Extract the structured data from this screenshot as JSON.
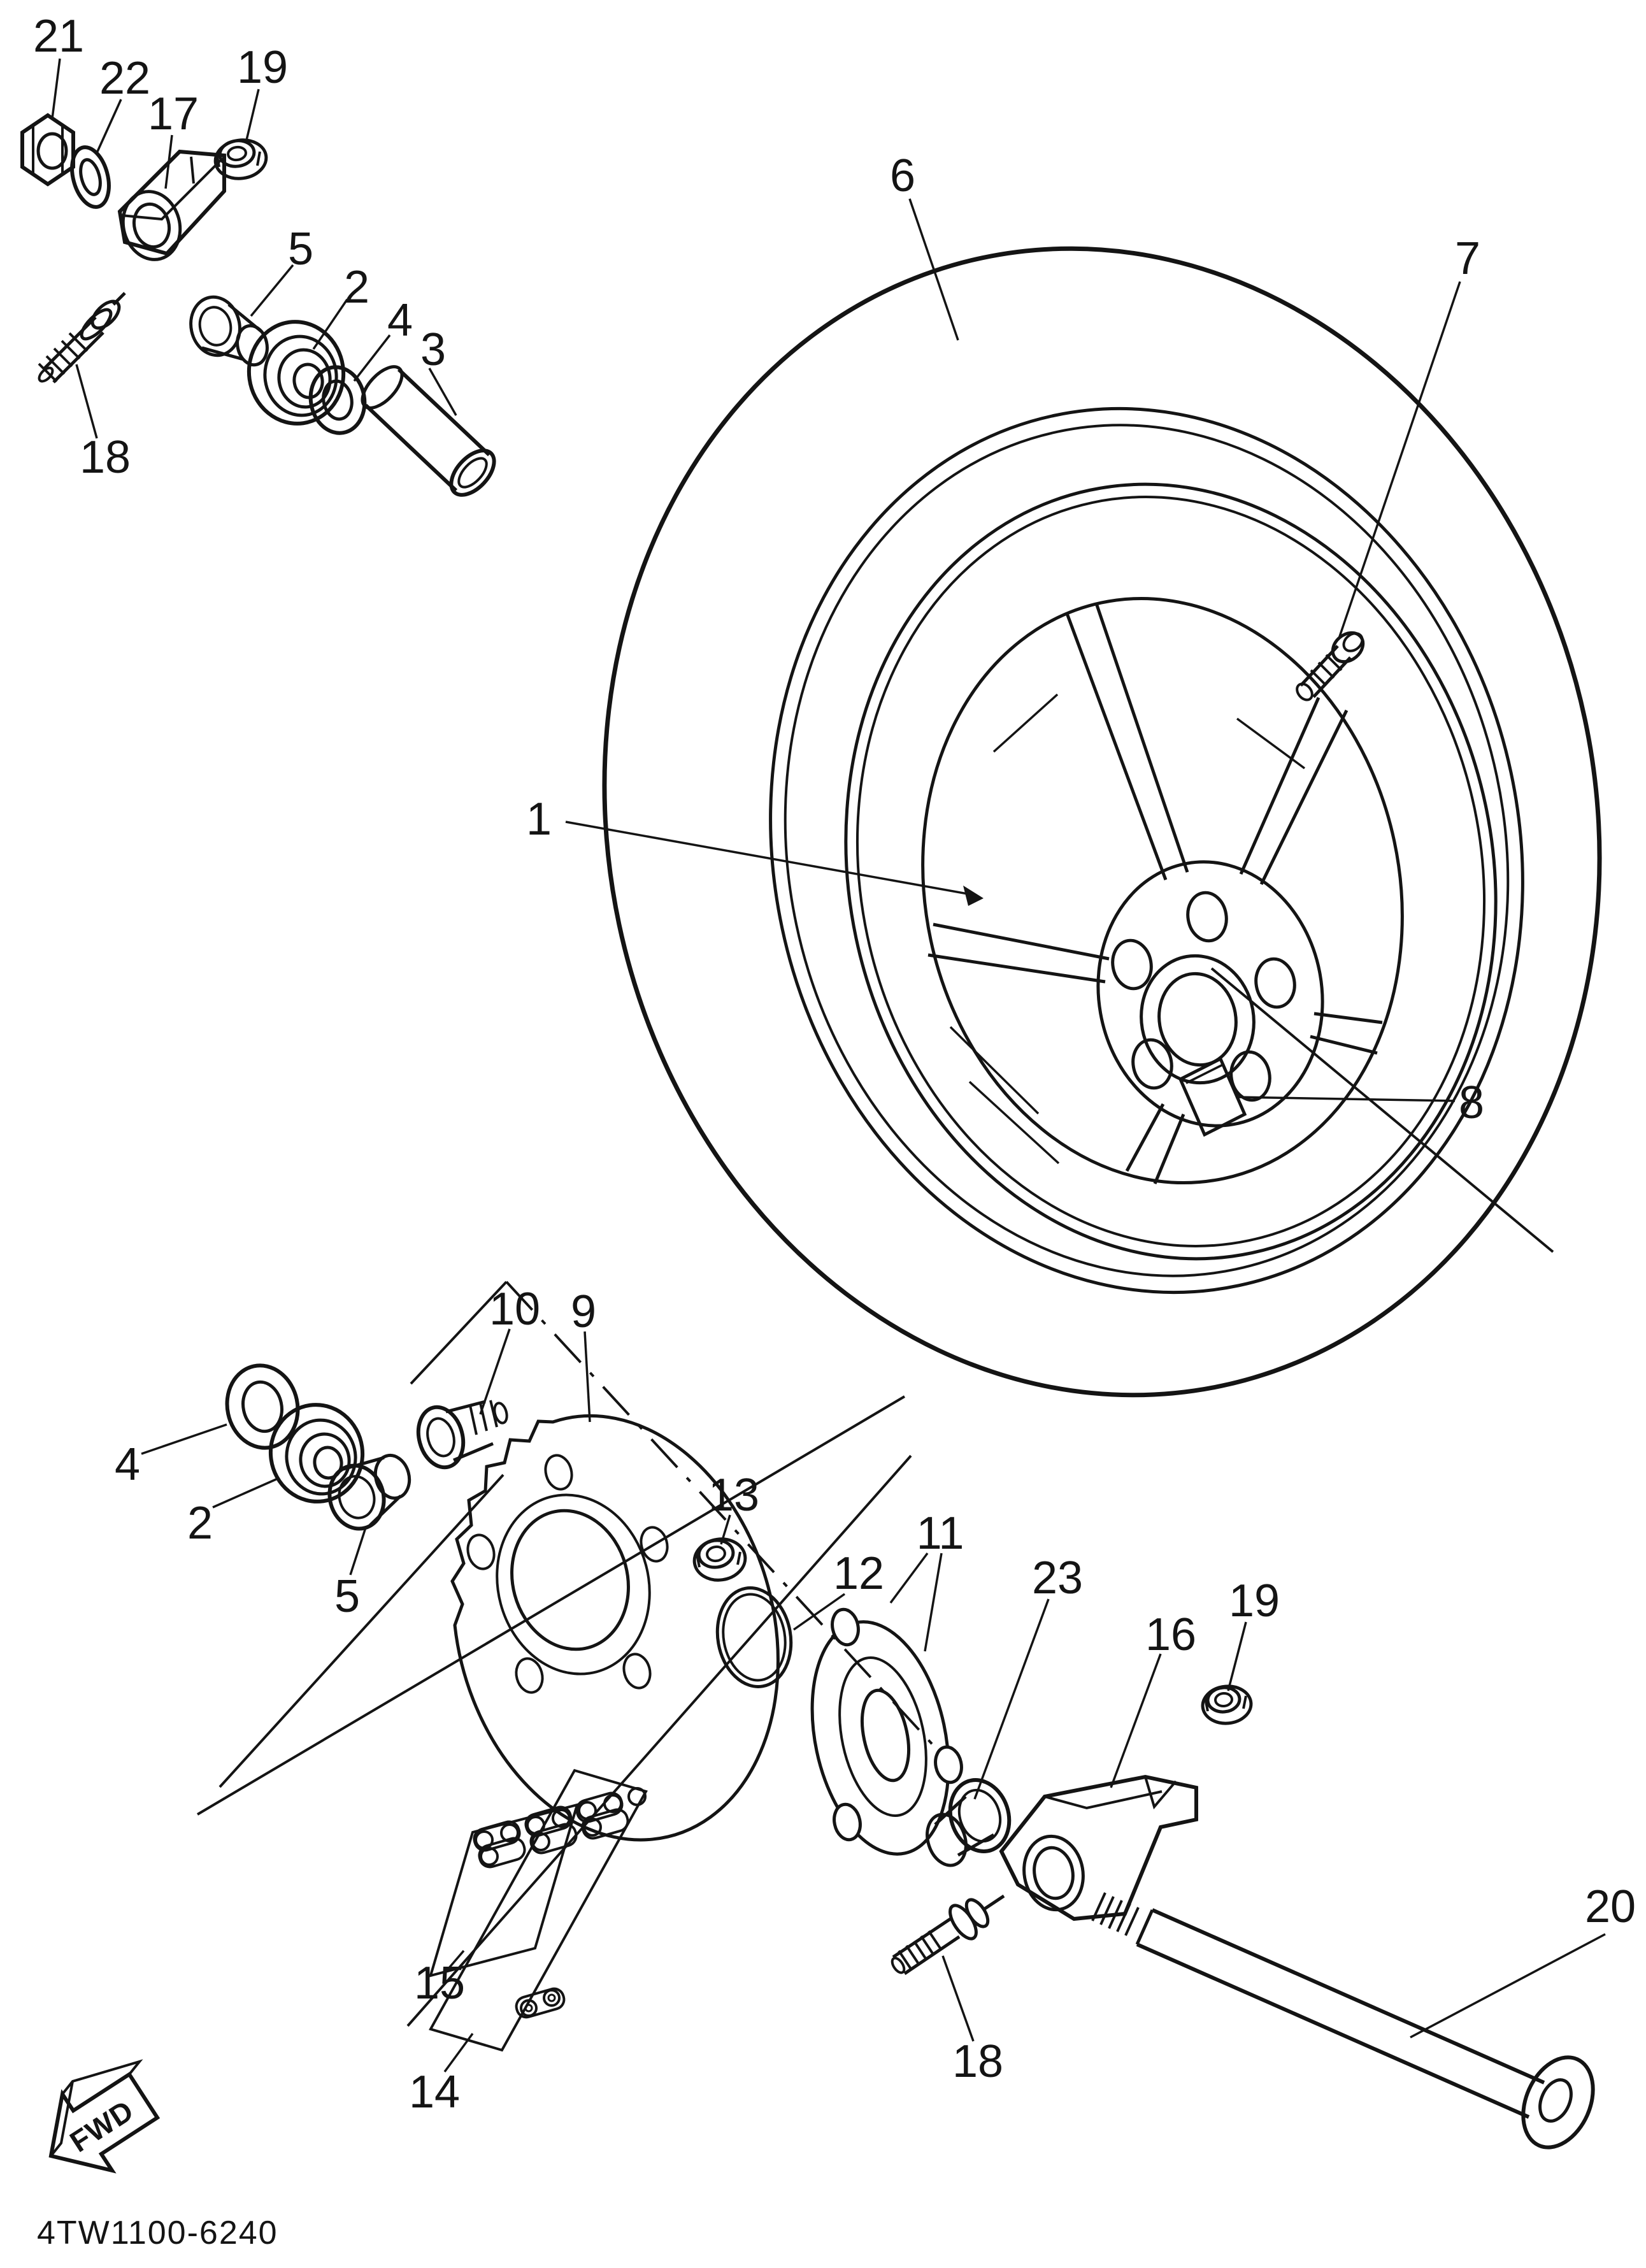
{
  "diagram": {
    "part_code": "4TW1100-6240",
    "fwd_label": "FWD",
    "colors": {
      "line": "#141414",
      "background": "#ffffff"
    },
    "callouts": {
      "n1": "1",
      "n2a": "2",
      "n2b": "2",
      "n3": "3",
      "n4a": "4",
      "n4b": "4",
      "n5a": "5",
      "n5b": "5",
      "n6": "6",
      "n7": "7",
      "n8": "8",
      "n9": "9",
      "n10": "10",
      "n11": "11",
      "n12": "12",
      "n13": "13",
      "n14": "14",
      "n15": "15",
      "n16": "16",
      "n17": "17",
      "n18a": "18",
      "n18b": "18",
      "n19a": "19",
      "n19b": "19",
      "n20": "20",
      "n21": "21",
      "n22": "22",
      "n23": "23"
    }
  }
}
